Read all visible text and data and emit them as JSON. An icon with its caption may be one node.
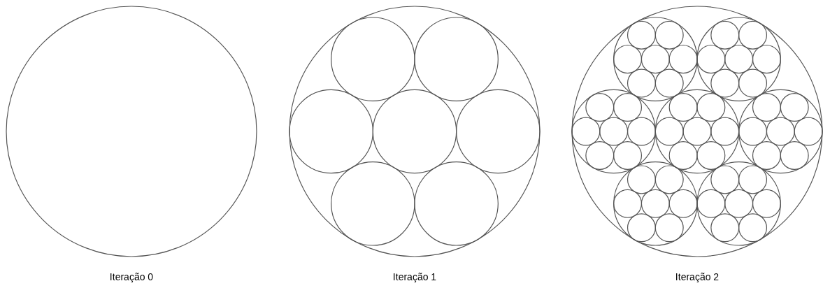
{
  "diagram": {
    "labels": [
      "Iteração 0",
      "Iteração 1",
      "Iteração 2"
    ]
  }
}
